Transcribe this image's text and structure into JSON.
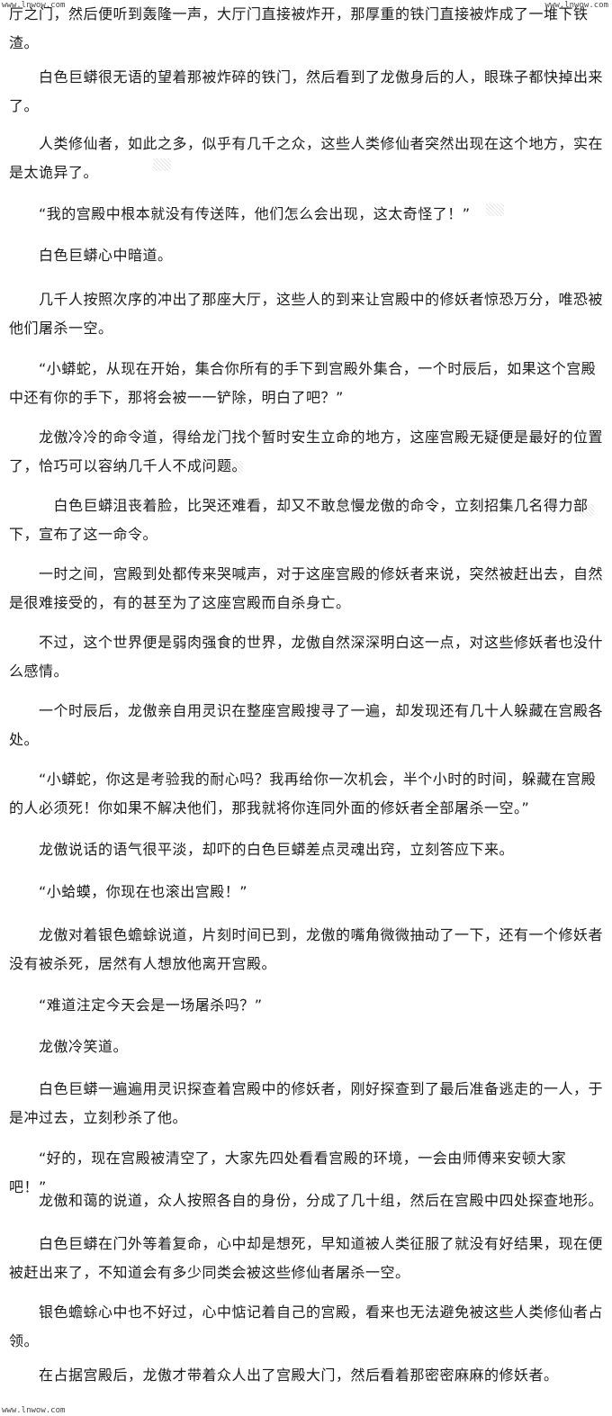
{
  "watermarks": {
    "top_left": "www.lnwow.com",
    "top_right": "www.lnwow.com",
    "bottom_left": "www.lnwow.com"
  },
  "paragraphs": [
    "厅之门，然后便听到轰隆一声，大厅门直接被炸开，那厚重的铁门直接被炸成了一堆下铁渣。",
    "　　白色巨蟒很无语的望着那被炸碎的铁门，然后看到了龙傲身后的人，眼珠子都快掉出来了。",
    "　　人类修仙者，如此之多，似乎有几千之众，这些人类修仙者突然出现在这个地方，实在是太诡异了。",
    "　　“我的宫殿中根本就没有传送阵，他们怎么会出现，这太奇怪了！”",
    "　　白色巨蟒心中暗道。",
    "　　几千人按照次序的冲出了那座大厅，这些人的到来让宫殿中的修妖者惊恐万分，唯恐被他们屠杀一空。",
    "　　“小蟒蛇，从现在开始，集合你所有的手下到宫殿外集合，一个时辰后，如果这个宫殿中还有你的手下，那将会被一一铲除，明白了吧？”",
    "　　龙傲冷冷的命令道，得给龙门找个暂时安生立命的地方，这座宫殿无疑便是最好的位置了，恰巧可以容纳几千人不成问题。",
    "　　　白色巨蟒沮丧着脸，比哭还难看，却又不敢怠慢龙傲的命令，立刻招集几名得力部下，宣布了这一命令。",
    "　　一时之间，宫殿到处都传来哭喊声，对于这座宫殿的修妖者来说，突然被赶出去，自然是很难接受的，有的甚至为了这座宫殿而自杀身亡。",
    "　　不过，这个世界便是弱肉强食的世界，龙傲自然深深明白这一点，对这些修妖者也没什么感情。",
    "　　一个时辰后，龙傲亲自用灵识在整座宫殿搜寻了一遍，却发现还有几十人躲藏在宫殿各处。",
    "　　“小蟒蛇，你这是考验我的耐心吗？我再给你一次机会，半个小时的时间，躲藏在宫殿的人必须死！你如果不解决他们，那我就将你连同外面的修妖者全部屠杀一空。”",
    "　　龙傲说话的语气很平淡，却吓的白色巨蟒差点灵魂出窍，立刻答应下来。",
    "　　“小蛤蟆，你现在也滚出宫殿！”",
    "　　龙傲对着银色蟾蜍说道，片刻时间已到，龙傲的嘴角微微抽动了一下，还有一个修妖者没有被杀死，居然有人想放他离开宫殿。",
    "　　“难道注定今天会是一场屠杀吗？”",
    "　　龙傲冷笑道。",
    "　　白色巨蟒一遍遍用灵识探查着宫殿中的修妖者，刚好探查到了最后准备逃走的一人，于是冲过去，立刻秒杀了他。",
    "　　“好的，现在宫殿被清空了，大家先四处看看宫殿的环境，一会由师傅来安顿大家吧！”",
    "　　龙傲和蔼的说道，众人按照各自的身份，分成了几十组，然后在宫殿中四处探查地形。",
    "　　白色巨蟒在门外等着复命，心中却是想死，早知道被人类征服了就没有好结果，现在便被赶出来了，不知道会有多少同类会被这些修仙者屠杀一空。",
    "　　银色蟾蜍心中也不好过，心中惦记着自己的宫殿，看来也无法避免被这些人类修仙者占领。",
    "　　在占据宫殿后，龙傲才带着众人出了宫殿大门，然后看着那密密麻麻的修妖者。"
  ]
}
